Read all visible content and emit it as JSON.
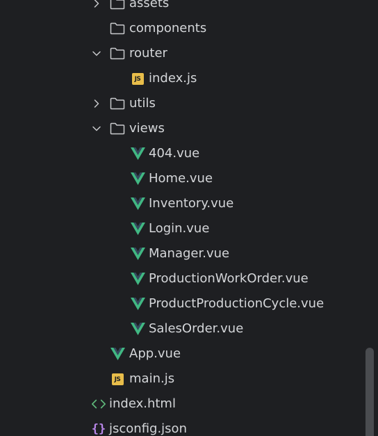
{
  "tree": {
    "items": [
      {
        "type": "folder",
        "label": "assets",
        "depth": 1,
        "expanded": false
      },
      {
        "type": "folder",
        "label": "components",
        "depth": 1,
        "expanded": null
      },
      {
        "type": "folder",
        "label": "router",
        "depth": 1,
        "expanded": true
      },
      {
        "type": "js",
        "label": "index.js",
        "depth": 2
      },
      {
        "type": "folder",
        "label": "utils",
        "depth": 1,
        "expanded": false
      },
      {
        "type": "folder",
        "label": "views",
        "depth": 1,
        "expanded": true
      },
      {
        "type": "vue",
        "label": "404.vue",
        "depth": 2
      },
      {
        "type": "vue",
        "label": "Home.vue",
        "depth": 2
      },
      {
        "type": "vue",
        "label": "Inventory.vue",
        "depth": 2
      },
      {
        "type": "vue",
        "label": "Login.vue",
        "depth": 2
      },
      {
        "type": "vue",
        "label": "Manager.vue",
        "depth": 2
      },
      {
        "type": "vue",
        "label": "ProductionWorkOrder.vue",
        "depth": 2
      },
      {
        "type": "vue",
        "label": "ProductProductionCycle.vue",
        "depth": 2
      },
      {
        "type": "vue",
        "label": "SalesOrder.vue",
        "depth": 2
      },
      {
        "type": "vue",
        "label": "App.vue",
        "depth": 1
      },
      {
        "type": "js",
        "label": "main.js",
        "depth": 1
      },
      {
        "type": "html",
        "label": "index.html",
        "depth": 0
      },
      {
        "type": "json",
        "label": "jsconfig.json",
        "depth": 0
      }
    ]
  },
  "icons": {
    "folder": "folder-icon",
    "js": "javascript-file-icon",
    "vue": "vue-file-icon",
    "html": "html-file-icon",
    "json": "json-file-icon"
  },
  "badges": {
    "js": "JS",
    "json": "{}"
  },
  "colors": {
    "background": "#1e1f22",
    "text": "#d4d6d9",
    "chevron": "#c8c9cc",
    "folder_outline": "#c8c9cc",
    "vue_green": "#41b883",
    "vue_dark": "#35495e",
    "js_yellow": "#e8bd4a",
    "html_green": "#5fb87a",
    "json_purple": "#b886e8",
    "scrollbar_thumb": "#4a4c50"
  }
}
